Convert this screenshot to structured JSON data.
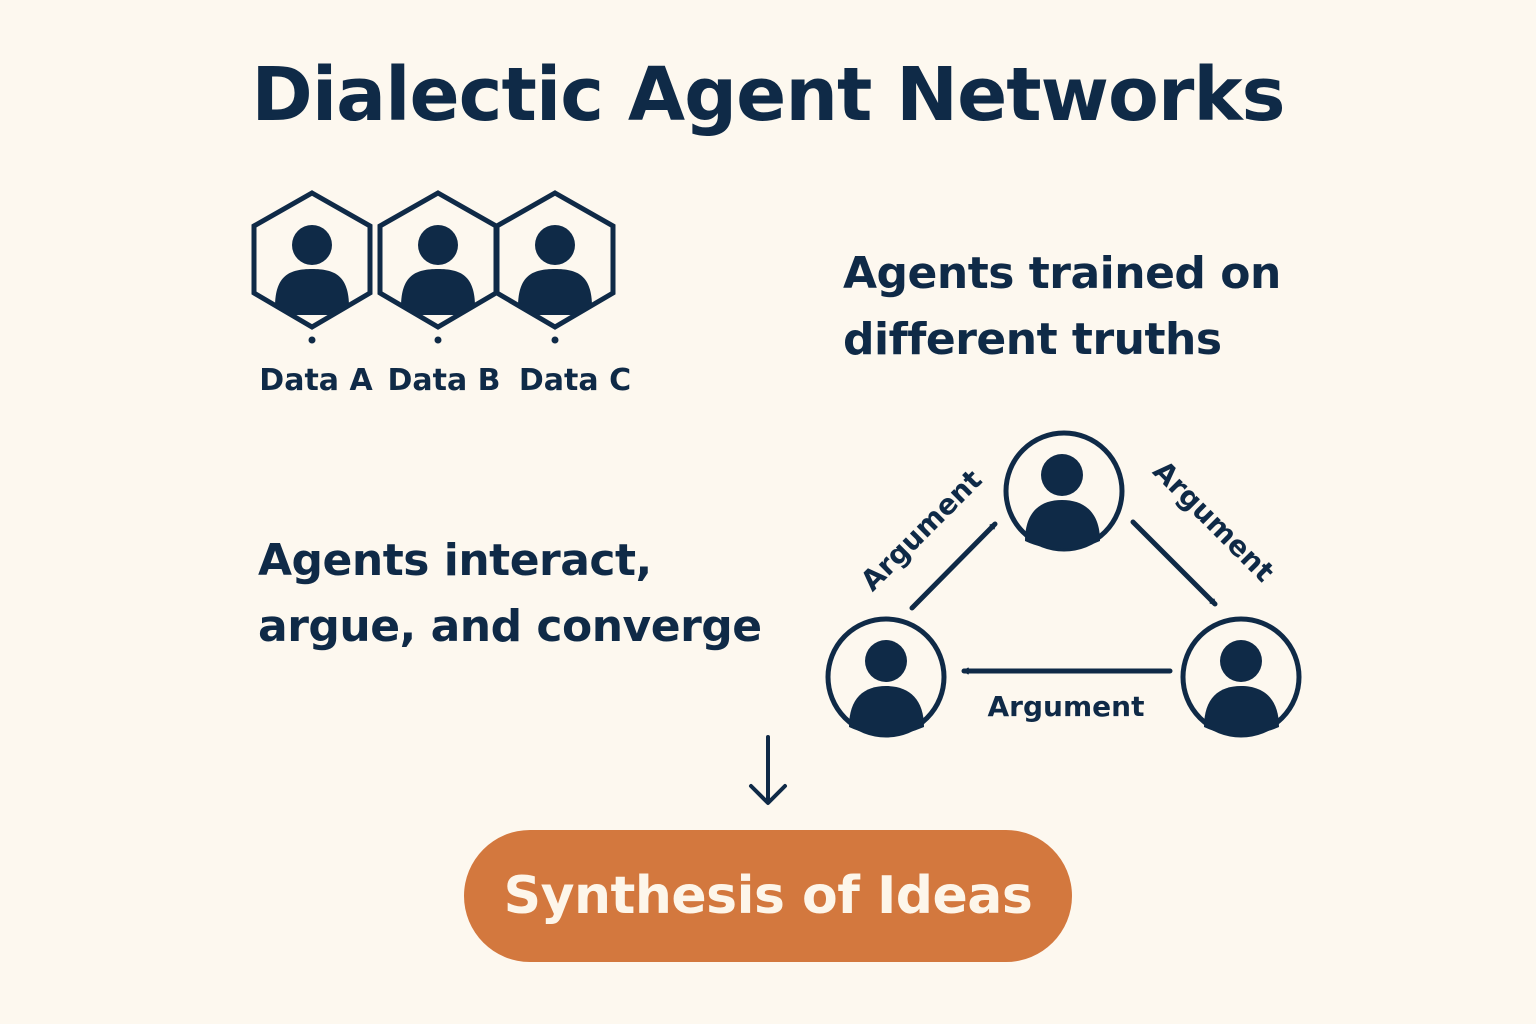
{
  "title": "Dialectic Agent Networks",
  "colors": {
    "background": "#fdf8ef",
    "ink": "#0f2a47",
    "accent": "#d3783e",
    "accent_text": "#fdf6ea"
  },
  "data_agents": [
    {
      "label": "Data A",
      "icon": "user-icon"
    },
    {
      "label": "Data B",
      "icon": "user-icon"
    },
    {
      "label": "Data C",
      "icon": "user-icon"
    }
  ],
  "trained_text": {
    "line1": "Agents trained on",
    "line2": "different truths"
  },
  "interact_text": {
    "line1": "Agents interact,",
    "line2": "argue, and converge"
  },
  "arguments": {
    "left": "Argument",
    "right": "Argument",
    "bottom": "Argument"
  },
  "synthesis": "Synthesis of Ideas"
}
